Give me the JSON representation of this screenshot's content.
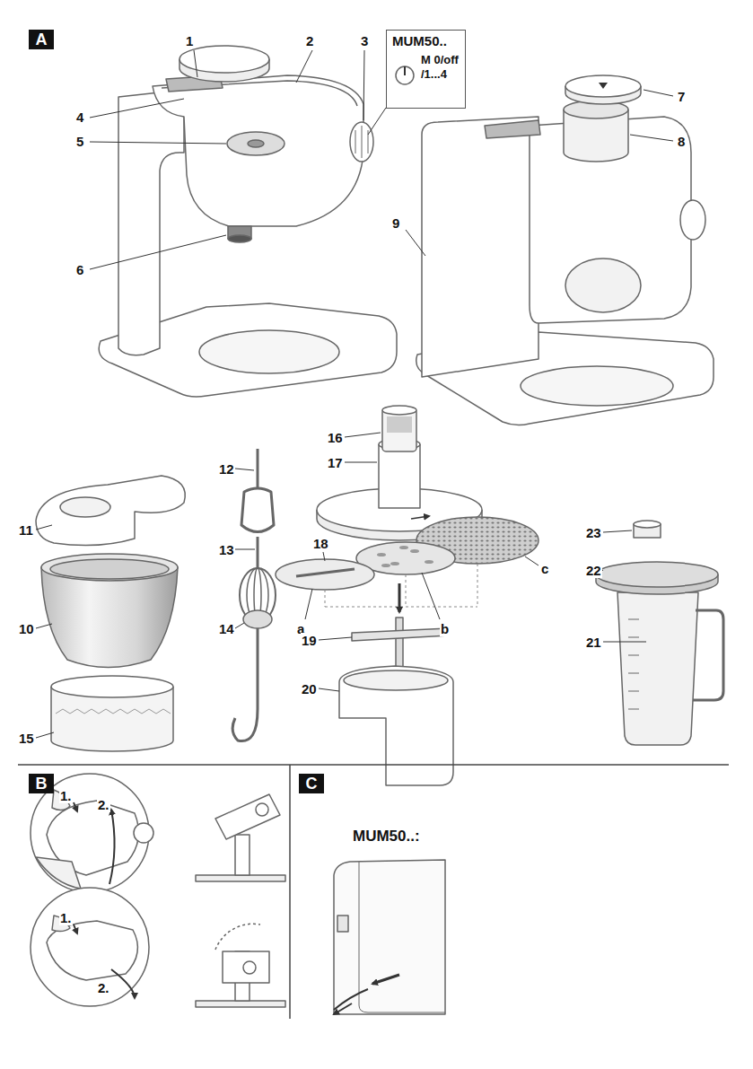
{
  "diagram": {
    "nodes": [
      {
        "text": [
          "A"
        ]
      },
      {
        "text": [
          "MUM50..",
          "M 0/off /1...4"
        ]
      },
      {
        "text": [
          "B"
        ]
      },
      {
        "text": [
          "C"
        ]
      }
    ],
    "labels": [
      "1",
      "2",
      "3",
      "4",
      "5",
      "6",
      "7",
      "8",
      "9",
      "16",
      "17",
      "12",
      "11",
      "13",
      "18",
      "c",
      "23",
      "22",
      "10",
      "a",
      "b",
      "14",
      "19",
      "21",
      "20",
      "15",
      "1.",
      "2.",
      "1.",
      "2.",
      "MUM50..:"
    ]
  }
}
